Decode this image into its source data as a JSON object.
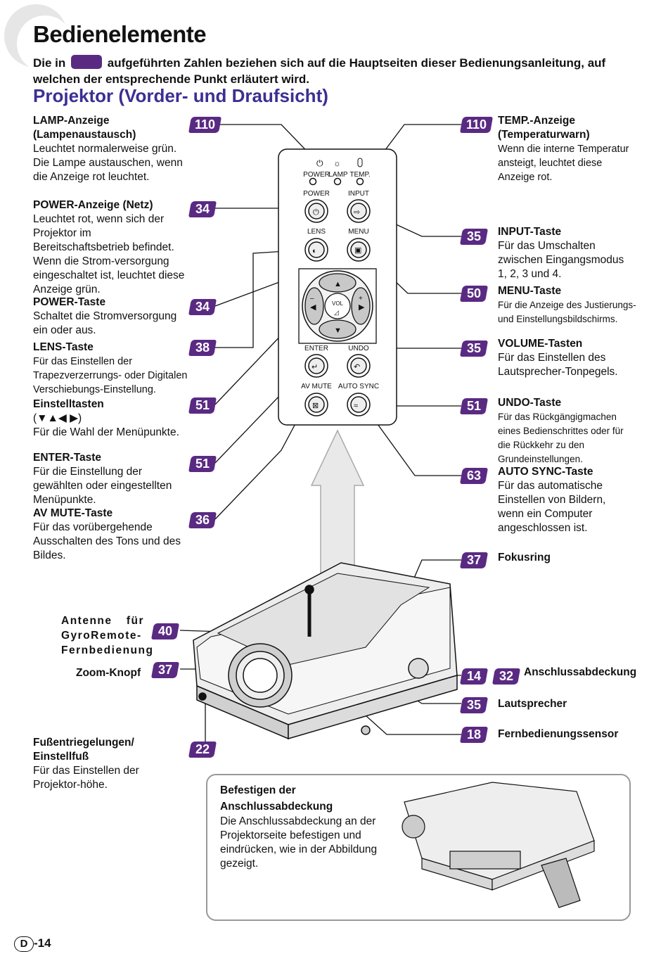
{
  "page": {
    "title": "Bedienelemente",
    "intro_before": "Die in",
    "intro_after": "aufgeführten Zahlen beziehen sich auf die Hauptseiten dieser Bedienungsanleitung, auf welchen der entsprechende Punkt erläutert wird.",
    "subtitle": "Projektor (Vorder- und Draufsicht)",
    "page_letter": "D",
    "page_number": "-14"
  },
  "left": {
    "lamp": {
      "heading": "LAMP-Anzeige (Lampenaustausch)",
      "text": "Leuchtet normalerweise grün. Die Lampe austauschen, wenn die Anzeige rot leuchtet.",
      "page": "110"
    },
    "power_ind": {
      "heading": "POWER-Anzeige (Netz)",
      "text": "Leuchtet rot, wenn sich der Projektor im Bereitschaftsbetrieb befindet. Wenn die Strom-versorgung eingeschaltet ist, leuchtet diese Anzeige grün.",
      "page": "34"
    },
    "power_key": {
      "heading": "POWER-Taste",
      "text": "Schaltet die Stromversorgung ein oder aus.",
      "page": "34"
    },
    "lens": {
      "heading": "LENS-Taste",
      "text": "Für das Einstellen der Trapezverzerrungs- oder Digitalen Verschiebungs-Einstellung.",
      "page": "38"
    },
    "adjust": {
      "heading": "Einstelltasten",
      "symbols": "(▼▲◀ ▶)",
      "text": "Für die Wahl der Menüpunkte.",
      "page": "51"
    },
    "enter": {
      "heading": "ENTER-Taste",
      "text": "Für die Einstellung der gewählten oder eingestellten Menüpunkte.",
      "page": "51"
    },
    "avmute": {
      "heading": "AV MUTE-Taste",
      "text": "Für das vorübergehende Ausschalten des Tons und des Bildes.",
      "page": "36"
    },
    "antenna": {
      "heading": "Antenne für GyroRemote-Fernbedienung",
      "page": "40"
    },
    "zoom": {
      "heading": "Zoom-Knopf",
      "page": "37"
    },
    "foot": {
      "heading": "Fußentriegelungen/ Einstellfuß",
      "text": "Für das Einstellen der Projektor-höhe.",
      "page": "22"
    }
  },
  "right": {
    "temp": {
      "heading": "TEMP.-Anzeige (Temperaturwarn)",
      "text": "Wenn die interne Temperatur ansteigt, leuchtet diese Anzeige rot.",
      "page": "110"
    },
    "input": {
      "heading": "INPUT-Taste",
      "text": "Für das Umschalten zwischen Eingangsmodus 1, 2, 3 und 4.",
      "page": "35"
    },
    "menu": {
      "heading": "MENU-Taste",
      "text": "Für die Anzeige des Justierungs- und Einstellungsbildschirms.",
      "page": "50"
    },
    "volume": {
      "heading": "VOLUME-Tasten",
      "text": "Für das Einstellen des Lautsprecher-Tonpegels.",
      "page": "35"
    },
    "undo": {
      "heading": "UNDO-Taste",
      "text": "Für das Rückgängigmachen eines Bedienschrittes oder für die Rückkehr zu den Grundeinstellungen.",
      "page": "51"
    },
    "autosync": {
      "heading": "AUTO SYNC-Taste",
      "text": "Für das automatische Einstellen von Bildern, wenn ein Computer angeschlossen ist.",
      "page": "63"
    },
    "focus": {
      "heading": "Fokusring",
      "page": "37"
    },
    "cover": {
      "heading": "Anschlussabdeckung",
      "page1": "14",
      "page2": "32"
    },
    "speaker": {
      "heading": "Lautsprecher",
      "page": "35"
    },
    "sensor": {
      "heading": "Fernbedienungssensor",
      "page": "18"
    }
  },
  "panel": {
    "ind_power": "POWER",
    "ind_lamp": "LAMP",
    "ind_temp": "TEMP.",
    "btn_power": "POWER",
    "btn_input": "INPUT",
    "btn_lens": "LENS",
    "btn_menu": "MENU",
    "vol": "VOL",
    "btn_enter": "ENTER",
    "btn_undo": "UNDO",
    "btn_avmute": "AV MUTE",
    "btn_autosync": "AUTO SYNC"
  },
  "note": {
    "title": "Befestigen der Anschlussabdeckung",
    "text": "Die Anschlussabdeckung an der Projektorseite befestigen und eindrücken, wie in der Abbildung gezeigt."
  },
  "colors": {
    "accent": "#5a2a83",
    "title_blue": "#3b2f93"
  }
}
